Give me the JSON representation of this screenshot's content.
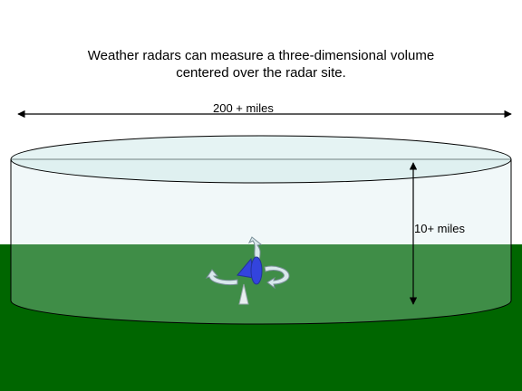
{
  "caption": {
    "line1": "Weather radars can measure a three-dimensional volume",
    "line2": "centered over the radar site."
  },
  "dimensions": {
    "width_label": "200 + miles",
    "height_label": "10+ miles"
  },
  "colors": {
    "background": "#ffffff",
    "ground": "#006600",
    "volume_fill": "#cfe9ea",
    "volume_edge": "#000000",
    "radar_blue": "#3344dd",
    "arrow_fill": "#d8e8ec"
  }
}
